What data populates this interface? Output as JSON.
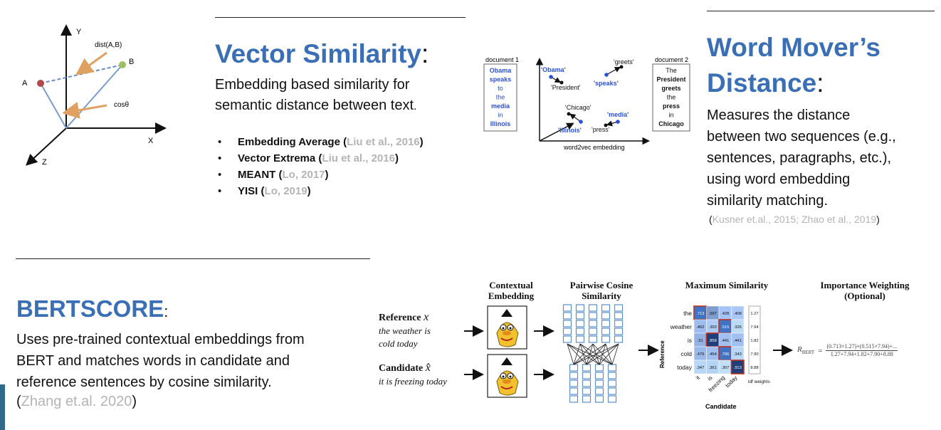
{
  "vector": {
    "title": "Vector Similarity",
    "colon": ":",
    "desc1": "Embedding based similarity for",
    "desc2": "semantic distance between text",
    "desc2_end": ".",
    "bullets": [
      {
        "name": "Embedding Average",
        "open": " (",
        "cite": "Liu et al., 2016",
        "close": ")"
      },
      {
        "name": "Vector Extrema",
        "open": " (",
        "cite": "Liu et al., 2016",
        "close": ")"
      },
      {
        "name": "MEANT",
        "open": " (",
        "cite": "Lo, 2017",
        "close": ")"
      },
      {
        "name": "YISI",
        "open": " (",
        "cite": "Lo, 2019",
        "close": ")"
      }
    ]
  },
  "vector_fig": {
    "y_label": "Y",
    "x_label": "X",
    "z_label": "Z",
    "a_label": "A",
    "b_label": "B",
    "dist_label": "dist(A,B)",
    "cos_label": "cosθ"
  },
  "wmd": {
    "title_line1": "Word Mover’s",
    "title_line2": "Distance",
    "colon": ":",
    "desc": [
      "Measures the distance",
      "between two sequences (e.g.,",
      "sentences, paragraphs, etc.),",
      "using word embedding",
      "similarity matching."
    ],
    "cite_open": "(",
    "cite": "Kusner et.al., 2015; Zhao et al., 2019",
    "cite_close": ")"
  },
  "wmd_fig": {
    "doc1_label": "document 1",
    "doc1_words": [
      "Obama",
      "speaks",
      "to",
      "the",
      "media",
      "in",
      "Illinois"
    ],
    "doc2_label": "document 2",
    "doc2_words": [
      "The",
      "President",
      "greets",
      "the",
      "press",
      "in",
      "Chicago"
    ],
    "points": [
      "'Obama'",
      "'President'",
      "'speaks'",
      "'greets'",
      "'Chicago'",
      "'media'",
      "'Illinois'",
      "'press'"
    ],
    "caption": "word2vec embedding"
  },
  "bertscore": {
    "title": "BERTSCORE",
    "colon": ":",
    "desc": [
      "Uses pre-trained contextual embeddings from",
      "BERT and matches words in candidate and",
      "reference sentences by cosine similarity."
    ],
    "cite_open": "(",
    "cite": "Zhang et.al. 2020",
    "cite_close": ")"
  },
  "bert_fig": {
    "reference_label": "Reference",
    "reference_sym": "x",
    "reference_text": [
      "the weather is",
      "cold today"
    ],
    "candidate_label": "Candidate",
    "candidate_sym": "x̂",
    "candidate_text": "it is freezing today",
    "head_contextual": [
      "Contextual",
      "Embedding"
    ],
    "head_pairwise": [
      "Pairwise Cosine",
      "Similarity"
    ],
    "head_max": "Maximum Similarity",
    "head_importance": [
      "Importance Weighting",
      "(Optional)"
    ],
    "row_labels": [
      "the",
      "weather",
      "is",
      "cold",
      "today"
    ],
    "col_labels": [
      "it",
      "is",
      "freezing",
      "today"
    ],
    "matrix": [
      [
        ".713",
        ".597",
        ".428",
        ".408"
      ],
      [
        ".462",
        ".393",
        ".515",
        ".326"
      ],
      [
        ".51",
        ".858",
        ".441",
        ".441"
      ],
      [
        ".479",
        ".454",
        ".796",
        ".343"
      ],
      [
        ".347",
        ".361",
        ".307",
        ".913"
      ]
    ],
    "idf": [
      "1.27",
      "7.94",
      "1.82",
      "7.90",
      "8.88"
    ],
    "idf_label": "idf weights",
    "axis_reference": "Reference",
    "axis_candidate": "Candidate",
    "formula_lhs": "R",
    "formula_sub": "BERT",
    "formula_eq": "=",
    "formula_num": "(0.713×1.27)+(0.515×7.94)+...",
    "formula_den": "1.27+7.94+1.82+7.90+8.88"
  }
}
